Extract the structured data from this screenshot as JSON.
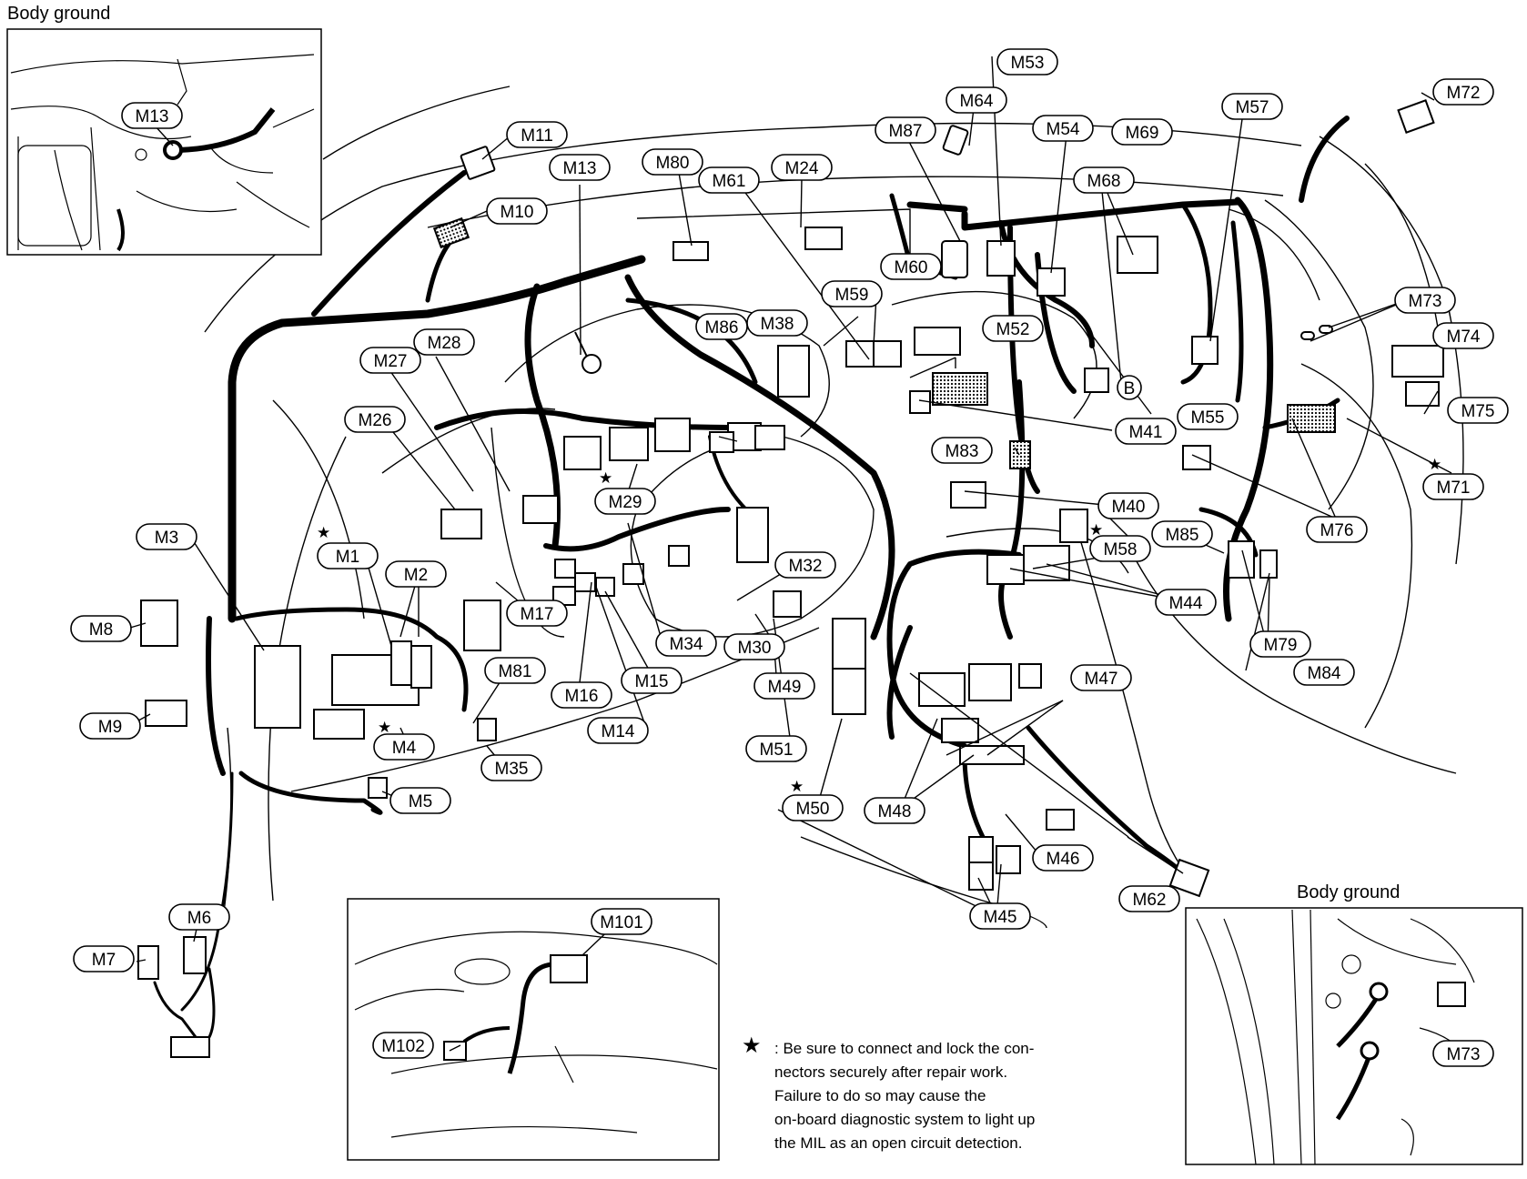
{
  "headings": {
    "top_left": "Body ground",
    "bottom_right": "Body ground"
  },
  "note": {
    "symbol": "★",
    "text": ": Be sure to connect and lock the con-\nnectors securely after repair work.\nFailure to do so may cause the\non-board diagnostic system to light up\nthe MIL as an open circuit detection."
  },
  "labels": {
    "M1": "M1",
    "M2": "M2",
    "M3": "M3",
    "M4": "M4",
    "M5": "M5",
    "M6": "M6",
    "M7": "M7",
    "M8": "M8",
    "M9": "M9",
    "M10": "M10",
    "M11": "M11",
    "M13": "M13",
    "M14": "M14",
    "M15": "M15",
    "M16": "M16",
    "M17": "M17",
    "M24": "M24",
    "M26": "M26",
    "M27": "M27",
    "M28": "M28",
    "M29": "M29",
    "M30": "M30",
    "M32": "M32",
    "M34": "M34",
    "M35": "M35",
    "M38": "M38",
    "M40": "M40",
    "M41": "M41",
    "M44": "M44",
    "M45": "M45",
    "M46": "M46",
    "M47": "M47",
    "M48": "M48",
    "M49": "M49",
    "M50": "M50",
    "M51": "M51",
    "M52": "M52",
    "M53": "M53",
    "M54": "M54",
    "M55": "M55",
    "M57": "M57",
    "M58": "M58",
    "M59": "M59",
    "M60": "M60",
    "M61": "M61",
    "M62": "M62",
    "M64": "M64",
    "M68": "M68",
    "M69": "M69",
    "M71": "M71",
    "M72": "M72",
    "M73": "M73",
    "M74": "M74",
    "M75": "M75",
    "M76": "M76",
    "M79": "M79",
    "M80": "M80",
    "M81": "M81",
    "M83": "M83",
    "M84": "M84",
    "M85": "M85",
    "M86": "M86",
    "M87": "M87",
    "M101": "M101",
    "M102": "M102",
    "B": "B"
  },
  "star_marks": [
    "M1",
    "M4",
    "M29",
    "M50",
    "M58",
    "M71"
  ],
  "colors": {
    "line": "#000000",
    "harness": "#111111",
    "paper": "#ffffff",
    "shade": "#555555"
  }
}
